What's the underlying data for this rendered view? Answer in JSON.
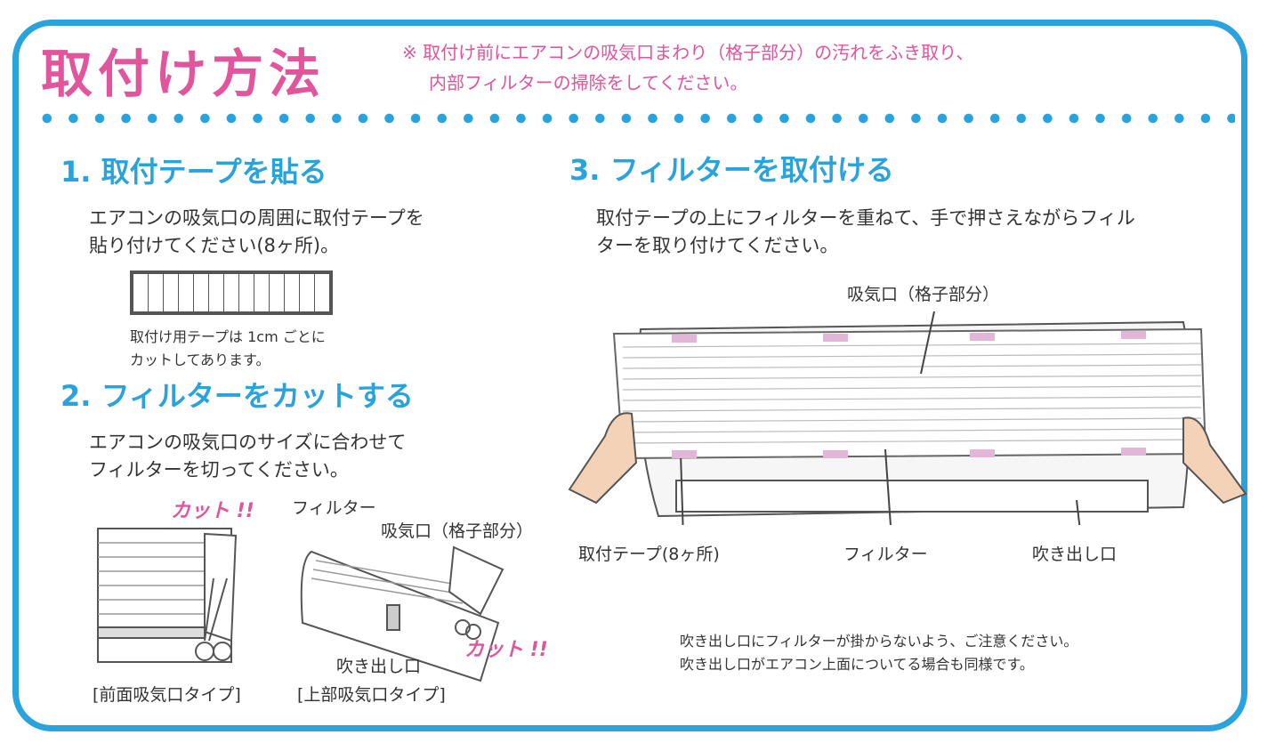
{
  "title": "取付け方法",
  "note": {
    "line1": "※ 取付け前にエアコンの吸気口まわり（格子部分）の汚れをふき取り、",
    "line2": "内部フィルターの掃除をしてください。"
  },
  "step1": {
    "heading": "1. 取付テープを貼る",
    "line1": "エアコンの吸気口の周囲に取付テープを",
    "line2": "貼り付けてください(8ヶ所)。",
    "tape_note1": "取付け用テープは 1cm ごとに",
    "tape_note2": "カットしてあります。"
  },
  "step2": {
    "heading": "2. フィルターをカットする",
    "line1": "エアコンの吸気口のサイズに合わせて",
    "line2": "フィルターを切ってください。",
    "cut1": "カット !!",
    "cut2": "カット !!",
    "label_filter": "フィルター",
    "label_intake": "吸気口（格子部分）",
    "label_outlet": "吹き出し口",
    "type_front": "[前面吸気口タイプ]",
    "type_top": "[上部吸気口タイプ]"
  },
  "step3": {
    "heading": "3. フィルターを取付ける",
    "line1": "取付テープの上にフィルターを重ねて、手で押さえながらフィル",
    "line2": "ターを取り付けてください。",
    "label_intake": "吸気口（格子部分）",
    "label_tape": "取付テープ(8ヶ所)",
    "label_filter": "フィルター",
    "label_outlet": "吹き出し口",
    "caution1": "吹き出し口にフィルターが掛からないよう、ご注意ください。",
    "caution2": "吹き出し口がエアコン上面についてる場合も同様です。"
  },
  "colors": {
    "accent_blue": "#2aa3dc",
    "accent_pink": "#e0559b",
    "tape_pink": "#e2b6d6"
  }
}
